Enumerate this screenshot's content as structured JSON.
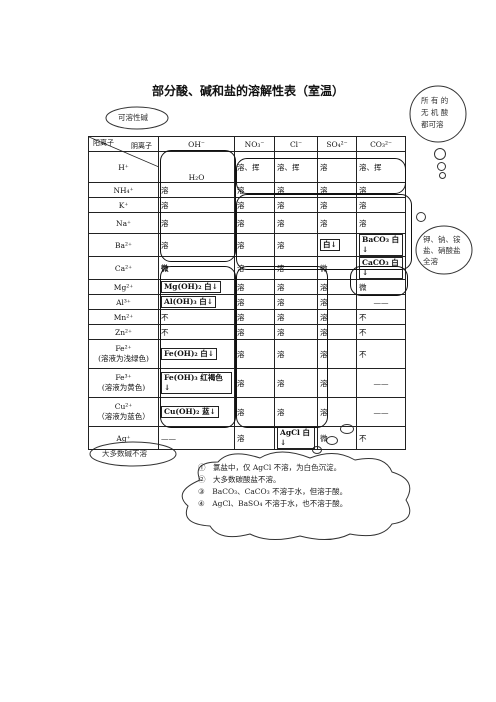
{
  "title": "部分酸、碱和盐的溶解性表（室温）",
  "clouds": {
    "soluble_base": "可溶性碱",
    "acids": [
      "所 有 的",
      "无 机 酸",
      "都可溶"
    ],
    "salts": [
      "钾、钠、铵",
      "盐、硝酸盐",
      "全溶"
    ],
    "insoluble_base": "大多数碱不溶"
  },
  "table": {
    "header": {
      "anion": "阴离子",
      "cation": "阳离子",
      "cols": [
        "OH⁻",
        "NO₃⁻",
        "Cl⁻",
        "SO₄²⁻",
        "CO₃²⁻"
      ]
    },
    "rows": [
      {
        "ion": "H⁺",
        "cells": [
          "H₂O",
          "溶、挥",
          "溶、挥",
          "溶",
          "溶、挥"
        ]
      },
      {
        "ion": "NH₄⁺",
        "cells": [
          "溶",
          "溶",
          "溶",
          "溶",
          "溶"
        ]
      },
      {
        "ion": "K⁺",
        "cells": [
          "溶",
          "溶",
          "溶",
          "溶",
          "溶"
        ]
      },
      {
        "ion": "Na⁺",
        "cells": [
          "溶",
          "溶",
          "溶",
          "溶",
          "溶"
        ]
      },
      {
        "ion": "Ba²⁺",
        "cells": [
          "溶",
          "溶",
          "溶",
          "白↓",
          "BaCO₃ 白↓"
        ]
      },
      {
        "ion": "Ca²⁺",
        "cells": [
          "微",
          "溶",
          "溶",
          "微",
          "CaCO₃ 白↓"
        ]
      },
      {
        "ion": "Mg²⁺",
        "cells": [
          "Mg(OH)₂ 白↓",
          "溶",
          "溶",
          "溶",
          "微"
        ]
      },
      {
        "ion": "Al³⁺",
        "cells": [
          "Al(OH)₃ 白↓",
          "溶",
          "溶",
          "溶",
          "——"
        ]
      },
      {
        "ion": "Mn²⁺",
        "cells": [
          "不",
          "溶",
          "溶",
          "溶",
          "不"
        ]
      },
      {
        "ion": "Zn²⁺",
        "cells": [
          "不",
          "溶",
          "溶",
          "溶",
          "不"
        ]
      },
      {
        "ion": "Fe²⁺",
        "note": "(溶液为浅绿色)",
        "cells": [
          "Fe(OH)₂ 白↓",
          "溶",
          "溶",
          "溶",
          "不"
        ]
      },
      {
        "ion": "Fe³⁺",
        "note": "(溶液为黄色)",
        "cells": [
          "Fe(OH)₃ 红褐色↓",
          "溶",
          "溶",
          "溶",
          "——"
        ]
      },
      {
        "ion": "Cu²⁺",
        "note": "（溶液为蓝色）",
        "cells": [
          "Cu(OH)₂ 蓝↓",
          "溶",
          "溶",
          "溶",
          "——"
        ]
      },
      {
        "ion": "Ag⁺",
        "cells": [
          "——",
          "溶",
          "AgCl 白↓",
          "微",
          "不"
        ]
      }
    ]
  },
  "notes": [
    "①　氯盐中，仅 AgCl 不溶，为白色沉淀。",
    "②　大多数碳酸盐不溶。",
    "③　BaCO₃、CaCO₃ 不溶于水，但溶于酸。",
    "④　AgCl、BaSO₄ 不溶于水，也不溶于酸。"
  ]
}
